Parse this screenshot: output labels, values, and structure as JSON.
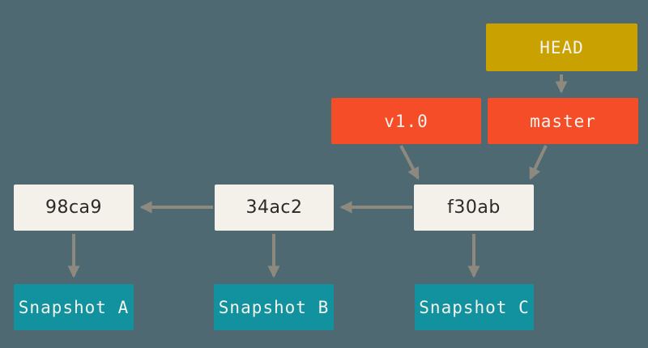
{
  "diagram": {
    "description": "Git references diagram: HEAD points to master; the tag v1.0 and branch master point to commit f30ab; commit chain f30ab -> 34ac2 -> 98ca9; each commit points to its snapshot",
    "background_color": "#4e6971",
    "colors": {
      "head_box": "#c9a100",
      "ref_box": "#f44d27",
      "commit_box": "#f3f1e9",
      "snapshot_box": "#11929e",
      "arrow": "#8d897f",
      "commit_text": "#2b2a25",
      "label_text": "#f4f3ee"
    },
    "nodes": {
      "head": {
        "label": "HEAD",
        "type": "head-pointer"
      },
      "v1": {
        "label": "v1.0",
        "type": "tag"
      },
      "master": {
        "label": "master",
        "type": "branch"
      },
      "commit_98ca9": {
        "label": "98ca9",
        "type": "commit"
      },
      "commit_34ac2": {
        "label": "34ac2",
        "type": "commit"
      },
      "commit_f30ab": {
        "label": "f30ab",
        "type": "commit"
      },
      "snapshot_a": {
        "label": "Snapshot A",
        "type": "snapshot"
      },
      "snapshot_b": {
        "label": "Snapshot B",
        "type": "snapshot"
      },
      "snapshot_c": {
        "label": "Snapshot C",
        "type": "snapshot"
      }
    },
    "edges": [
      {
        "from": "HEAD",
        "to": "master"
      },
      {
        "from": "v1.0",
        "to": "f30ab"
      },
      {
        "from": "master",
        "to": "f30ab"
      },
      {
        "from": "f30ab",
        "to": "34ac2"
      },
      {
        "from": "34ac2",
        "to": "98ca9"
      },
      {
        "from": "98ca9",
        "to": "Snapshot A"
      },
      {
        "from": "34ac2",
        "to": "Snapshot B"
      },
      {
        "from": "f30ab",
        "to": "Snapshot C"
      }
    ]
  }
}
